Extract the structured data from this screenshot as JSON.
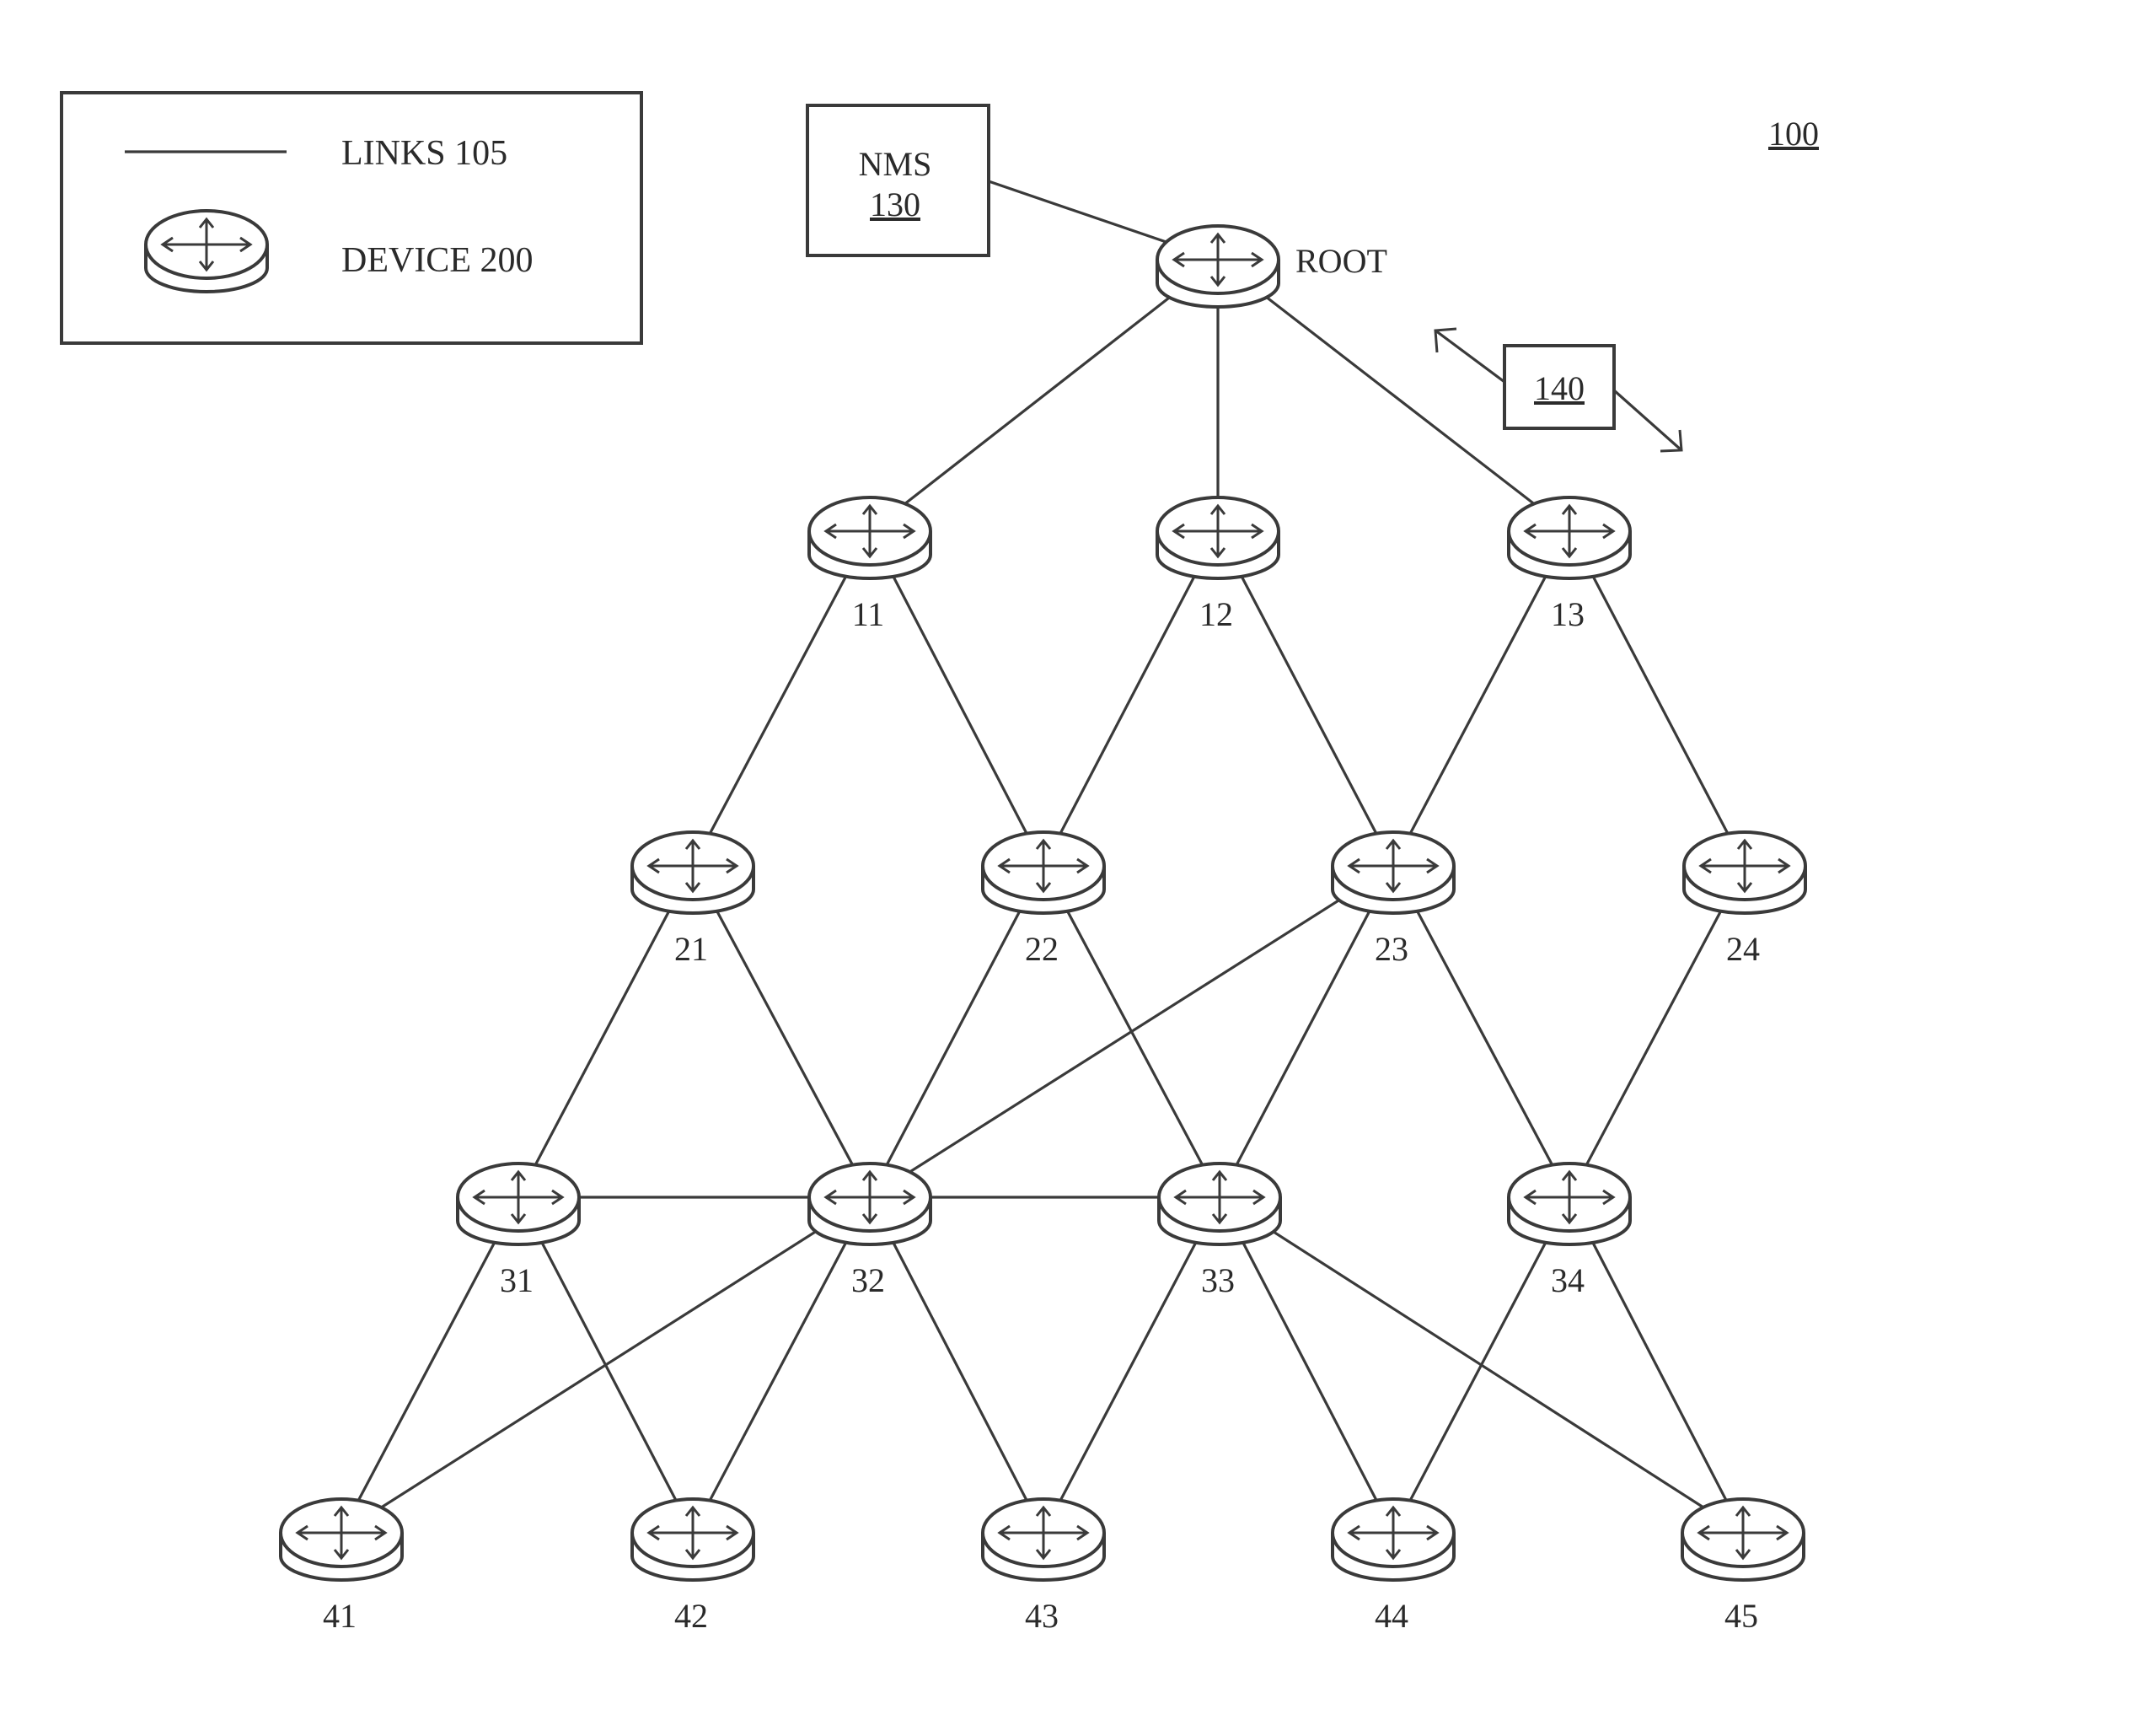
{
  "figure_ref": "100",
  "legend": {
    "links_label": "LINKS 105",
    "device_label": "DEVICE 200"
  },
  "nms": {
    "label": "NMS",
    "ref": "130"
  },
  "message_box": {
    "label": "140"
  },
  "root_label": "ROOT",
  "nodes": [
    {
      "id": "root",
      "label": "ROOT"
    },
    {
      "id": "11",
      "label": "11"
    },
    {
      "id": "12",
      "label": "12"
    },
    {
      "id": "13",
      "label": "13"
    },
    {
      "id": "21",
      "label": "21"
    },
    {
      "id": "22",
      "label": "22"
    },
    {
      "id": "23",
      "label": "23"
    },
    {
      "id": "24",
      "label": "24"
    },
    {
      "id": "31",
      "label": "31"
    },
    {
      "id": "32",
      "label": "32"
    },
    {
      "id": "33",
      "label": "33"
    },
    {
      "id": "34",
      "label": "34"
    },
    {
      "id": "41",
      "label": "41"
    },
    {
      "id": "42",
      "label": "42"
    },
    {
      "id": "43",
      "label": "43"
    },
    {
      "id": "44",
      "label": "44"
    },
    {
      "id": "45",
      "label": "45"
    }
  ],
  "links": [
    [
      "nms",
      "root"
    ],
    [
      "root",
      "11"
    ],
    [
      "root",
      "12"
    ],
    [
      "root",
      "13"
    ],
    [
      "11",
      "21"
    ],
    [
      "11",
      "22"
    ],
    [
      "12",
      "22"
    ],
    [
      "12",
      "23"
    ],
    [
      "13",
      "23"
    ],
    [
      "13",
      "24"
    ],
    [
      "21",
      "31"
    ],
    [
      "21",
      "32"
    ],
    [
      "22",
      "32"
    ],
    [
      "22",
      "33"
    ],
    [
      "23",
      "32"
    ],
    [
      "23",
      "33"
    ],
    [
      "23",
      "34"
    ],
    [
      "24",
      "34"
    ],
    [
      "31",
      "32"
    ],
    [
      "32",
      "33"
    ],
    [
      "31",
      "41"
    ],
    [
      "31",
      "42"
    ],
    [
      "32",
      "41"
    ],
    [
      "32",
      "42"
    ],
    [
      "32",
      "43"
    ],
    [
      "33",
      "43"
    ],
    [
      "33",
      "44"
    ],
    [
      "33",
      "45"
    ],
    [
      "34",
      "44"
    ],
    [
      "34",
      "45"
    ]
  ]
}
